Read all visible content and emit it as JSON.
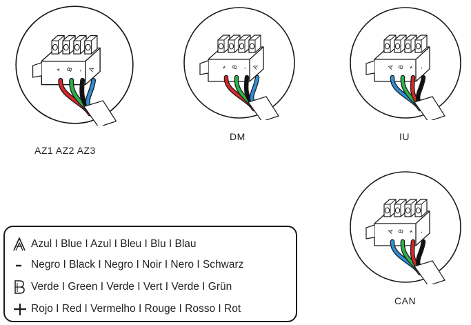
{
  "connectors": [
    {
      "id": "az",
      "caption": "AZ1 AZ2 AZ3",
      "order": [
        "+",
        "B",
        "-",
        "A"
      ]
    },
    {
      "id": "dm",
      "caption": "DM",
      "order": [
        "+",
        "B",
        "-",
        "A"
      ]
    },
    {
      "id": "iu",
      "caption": "IU",
      "order": [
        "A",
        "B",
        "+",
        "-"
      ]
    },
    {
      "id": "can",
      "caption": "CAN",
      "order": [
        "A",
        "B",
        "+",
        "-"
      ]
    }
  ],
  "legend": [
    {
      "symbol": "A",
      "text": "Azul I Blue I Azul I Bleu I Blu I Blau"
    },
    {
      "symbol": "-",
      "text": "Negro I Black I Negro I Noir I Nero I Schwarz"
    },
    {
      "symbol": "B",
      "text": "Verde I Green I Verde I Vert I Verde I Grün"
    },
    {
      "symbol": "+",
      "text": "Rojo I Red I Vermelho I Rouge I Rosso I Rot"
    }
  ],
  "colors": {
    "A": "#2f8fd6",
    "-": "#111111",
    "B": "#2bb34a",
    "+": "#d62828",
    "line": "#1a1a1a"
  }
}
